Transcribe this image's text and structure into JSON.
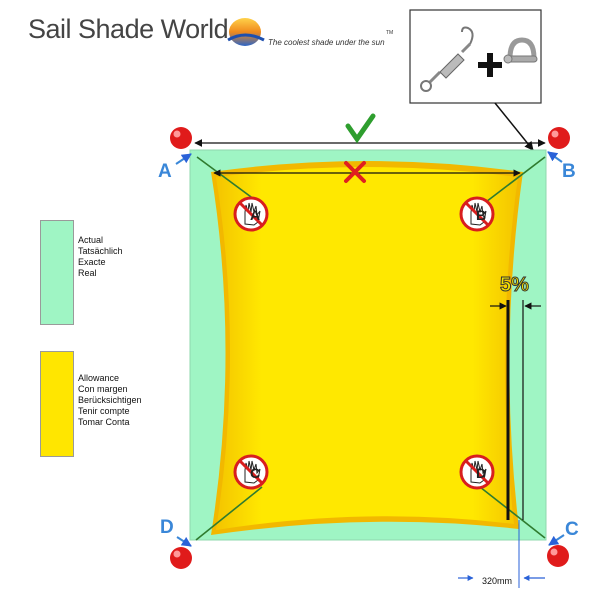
{
  "brand": {
    "name": "Sail Shade World",
    "tagline": "The coolest shade under the sun",
    "trademark": "TM"
  },
  "legend": {
    "actual": {
      "color": "#9ff5c4",
      "labels": [
        "Actual",
        "Tatsächlich",
        "Exacte",
        "Real"
      ]
    },
    "allowance": {
      "color": "#ffe600",
      "labels": [
        "Allowance",
        "Con margen",
        "Berücksichtigen",
        "Tenir compte",
        "Tomar Conta"
      ]
    }
  },
  "corners": [
    "A",
    "B",
    "C",
    "D"
  ],
  "no_touch_markers": [
    "A",
    "B",
    "C",
    "D"
  ],
  "inset_percent": "5%",
  "dimension": "320mm",
  "hardware": [
    "turnbuckle",
    "shackle"
  ],
  "colors": {
    "post": "#e01b1b",
    "corner_label": "#3a87d8",
    "check": "#2e9e2e",
    "cross": "#e02020"
  },
  "icons": [
    "check-icon",
    "cross-icon",
    "plus-icon",
    "stop-hand-icon"
  ]
}
